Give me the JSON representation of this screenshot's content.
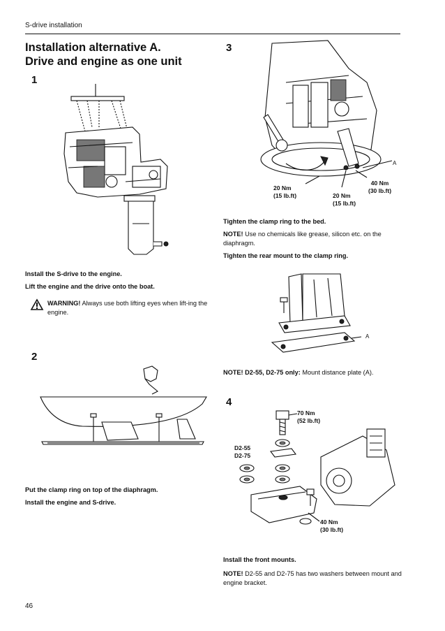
{
  "header": {
    "section": "S-drive installation"
  },
  "title": {
    "line1": "Installation alternative A.",
    "line2": "Drive and engine as one unit"
  },
  "step1": {
    "number": "1",
    "lines": [
      "Install the S-drive to the engine.",
      "Lift the  engine and the drive onto the boat."
    ],
    "warning_label": "WARNING!",
    "warning_text": " Always use both lifting eyes when lift-ing the engine."
  },
  "step2": {
    "number": "2",
    "lines": [
      "Put the clamp ring on top of the diaphragm.",
      "Install the engine and S-drive."
    ]
  },
  "step3": {
    "number": "3",
    "labels": {
      "a": "A",
      "t40": "40 Nm",
      "t40b": "(30 lb.ft)",
      "t20a": "20 Nm",
      "t20ab": "(15 lb.ft)",
      "t20b": "20 Nm",
      "t20bb": "(15 lb.ft)"
    },
    "line1": "Tighten the clamp ring to the bed.",
    "note_label": "NOTE!",
    "note_text": " Use no chemicals like grease, silicon etc. on the diaphragm.",
    "line2": "Tighten the rear mount to the clamp ring.",
    "plate_label": "A",
    "note2_label": "NOTE! D2-55, D2-75 only:",
    "note2_text": " Mount distance plate (A)."
  },
  "step4": {
    "number": "4",
    "labels": {
      "t70": "70 Nm",
      "t70b": "(52 lb.ft)",
      "d255": "D2-55",
      "d275": "D2-75",
      "t40": "40 Nm",
      "t40b": "(30 lb.ft)"
    },
    "line1": "Install the front mounts.",
    "note_label": "NOTE!",
    "note_text": " D2-55 and D2-75 has two washers between mount and engine bracket."
  },
  "footer": {
    "page": "46"
  }
}
